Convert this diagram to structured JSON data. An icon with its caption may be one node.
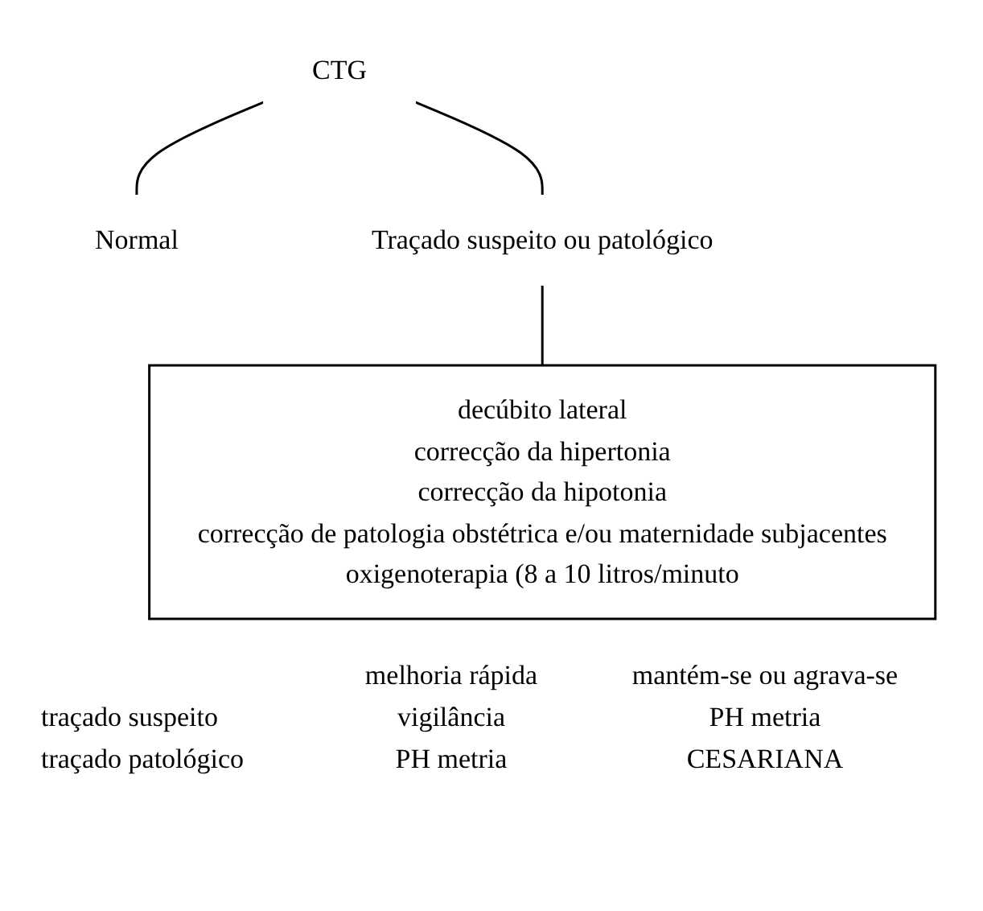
{
  "diagram": {
    "nodes": [
      {
        "text": [
          "CTG"
        ]
      },
      {
        "text": [
          "Normal"
        ]
      },
      {
        "text": [
          "Traçado suspeito ou patológico"
        ]
      },
      {
        "text": [
          "decúbito lateral",
          "correcção da hipertonia",
          "correcção da hipotonia",
          "correcção de patologia obstétrica e/ou maternidade subjacentes",
          "oxigenoterapia (8 a 10 litros/minuto"
        ]
      }
    ],
    "edges": [
      {
        "from": 0,
        "to": 1,
        "arrow": "none"
      },
      {
        "from": 0,
        "to": 2,
        "arrow": "none"
      },
      {
        "from": 2,
        "to": 3,
        "arrow": "none"
      }
    ],
    "labels": [
      "melhoria rápida",
      "mantém-se ou agrava-se",
      "traçado suspeito",
      "vigilância",
      "PH metria",
      "traçado patológico",
      "PH metria",
      "CESARIANA"
    ]
  }
}
